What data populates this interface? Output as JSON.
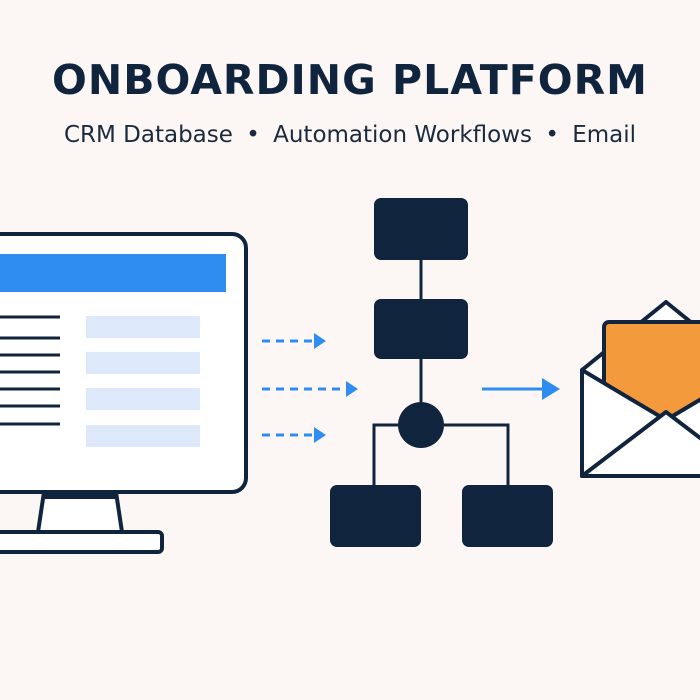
{
  "header": {
    "title": "ONBOARDING PLATFORM",
    "subtitle_parts": [
      "CRM Database",
      "Automation Workflows",
      "Email"
    ],
    "separator": "•"
  },
  "icons": {
    "left": "monitor-database-icon",
    "center": "workflow-tree-icon",
    "right": "envelope-icon",
    "connectors": [
      "dotted-arrow-icon",
      "dotted-arrow-icon",
      "dotted-arrow-icon",
      "solid-arrow-icon"
    ]
  },
  "colors": {
    "background": "#fcf7f5",
    "navy": "#10243e",
    "blue": "#2f8cf0",
    "light_blue": "#dde9fb",
    "orange": "#f39a3d",
    "white": "#ffffff"
  }
}
